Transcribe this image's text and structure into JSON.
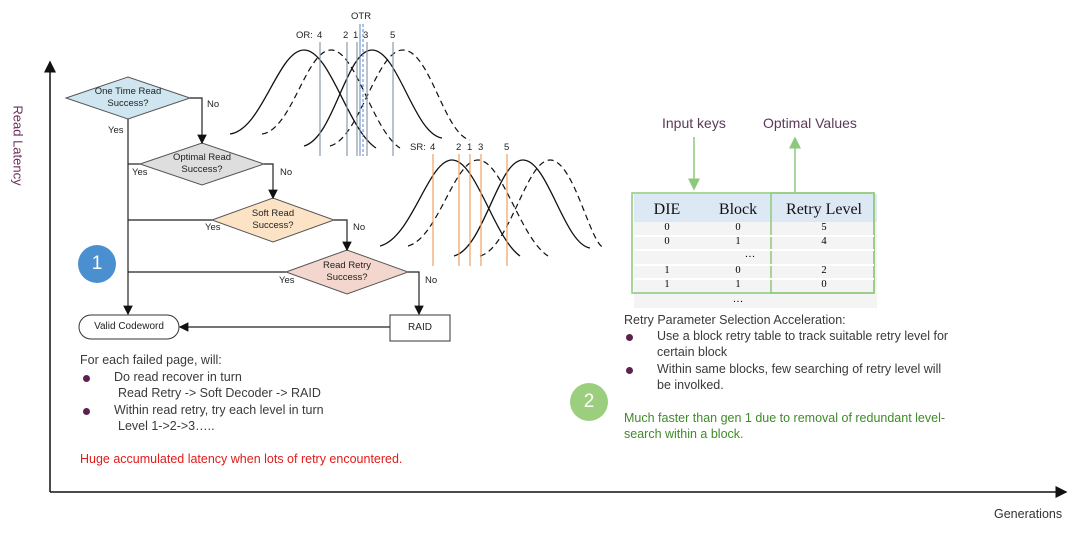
{
  "axes": {
    "y_label": "Read Latency",
    "x_label": "Generations"
  },
  "badges": {
    "gen1": "1",
    "gen2": "2"
  },
  "flowchart": {
    "decisions": [
      "One Time Read Success?",
      "Optimal Read Success?",
      "Soft Read Success?",
      "Read Retry Success?"
    ],
    "yes_label": "Yes",
    "no_label": "No",
    "valid_codeword": "Valid Codeword",
    "raid": "RAID"
  },
  "distribution_top": {
    "title": "OTR",
    "prefix": "OR:",
    "levels": [
      "4",
      "2",
      "1",
      "3",
      "5"
    ]
  },
  "distribution_bottom": {
    "prefix": "SR:",
    "levels": [
      "4",
      "2",
      "1",
      "3",
      "5"
    ]
  },
  "gen1_notes": {
    "intro": "For each failed page, will:",
    "bullets": [
      {
        "text": "Do read recover in turn",
        "detail": "Read Retry -> Soft Decoder -> RAID"
      },
      {
        "text": "Within read retry, try each level in turn",
        "detail": "Level 1->2->3….."
      }
    ],
    "conclusion": "Huge accumulated latency when lots of retry encountered."
  },
  "retry_table": {
    "input_keys_label": "Input keys",
    "optimal_values_label": "Optimal Values",
    "headers": [
      "DIE",
      "Block",
      "Retry Level"
    ],
    "rows": [
      [
        "0",
        "0",
        "5"
      ],
      [
        "0",
        "1",
        "4"
      ],
      [
        "",
        "…",
        ""
      ],
      [
        "1",
        "0",
        "2"
      ],
      [
        "1",
        "1",
        "0"
      ]
    ],
    "trailing_ellipsis": "…"
  },
  "gen2_notes": {
    "title": "Retry Parameter Selection Acceleration:",
    "bullets": [
      {
        "line1": "Use a block retry table to track suitable retry level for",
        "line2": "certain block"
      },
      {
        "line1": "Within same blocks, few searching of retry level will",
        "line2": "be involked."
      }
    ],
    "conclusion_line1": "Much faster than gen 1 due to removal of redundant level-",
    "conclusion_line2": "search within a block."
  },
  "colors": {
    "axis_label": "#6b2e5f",
    "decision_1": "#cfe6f0",
    "decision_2": "#dedede",
    "decision_3": "#fde3c5",
    "decision_4": "#f3d6cd",
    "badge_gen1": "#4a8fcf",
    "badge_gen2": "#9bcf7e",
    "table_border": "#8cc97a",
    "highlight_red": "#e21b1b",
    "text_green": "#3f8a2a",
    "top_lines": "#8c9aa8",
    "bottom_lines": "#f0a060"
  }
}
